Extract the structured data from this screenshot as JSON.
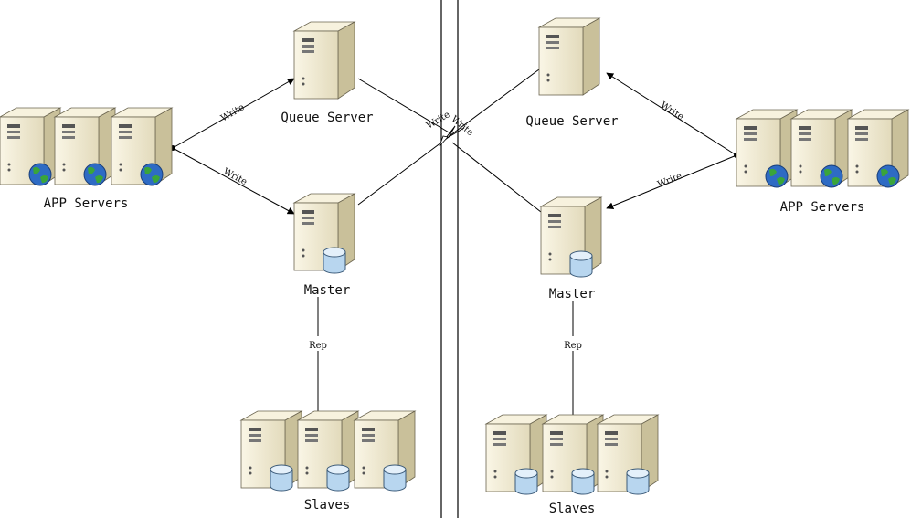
{
  "left": {
    "app_servers_label": "APP Servers",
    "queue_server_label": "Queue Server",
    "master_label": "Master",
    "slaves_label": "Slaves",
    "write_label_1": "Write",
    "write_label_2": "Write",
    "rep_label": "Rep"
  },
  "right": {
    "app_servers_label": "APP Servers",
    "queue_server_label": "Queue Server",
    "master_label": "Master",
    "slaves_label": "Slaves",
    "write_label_1": "Write",
    "write_label_2": "Write",
    "rep_label": "Rep"
  },
  "center": {
    "cross_write_label_1": "Write",
    "cross_write_label_2": "Write"
  },
  "colors": {
    "server_face": "#f0ead2",
    "server_side": "#c9c09a",
    "server_outline": "#6b6550",
    "database": "#b8d6ef",
    "globe": "#2e6bc4",
    "land": "#3aa53a",
    "line": "#000000"
  }
}
